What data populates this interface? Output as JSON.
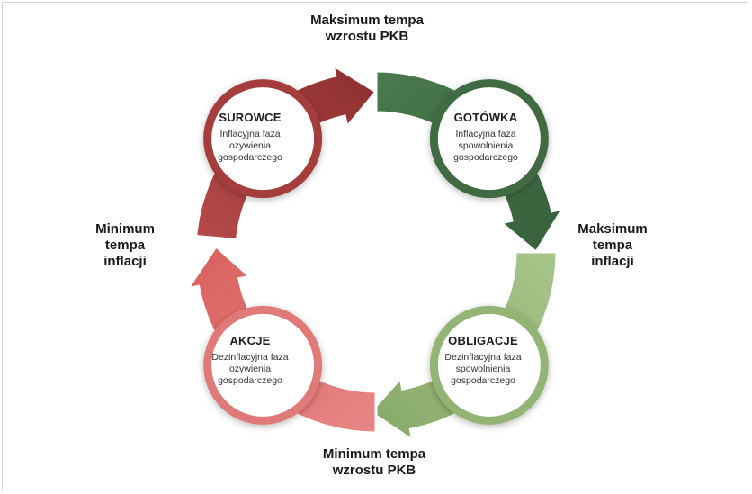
{
  "labels": {
    "top": "Maksimum tempa\nwzrostu PKB",
    "bottom": "Minimum tempa\nwzrostu PKB",
    "right": "Maksimum\ntempa\ninflacji",
    "left": "Minimum\ntempa\ninflacji"
  },
  "nodes": [
    {
      "id": "surowce",
      "title": "SUROWCE",
      "desc": "Inflacyjna faza\nożywienia\ngospodarczego",
      "color": "#a63d3d"
    },
    {
      "id": "gotowka",
      "title": "GOTÓWKA",
      "desc": "Inflacyjna faza\nspowolnienia\ngospodarczego",
      "color": "#3f6b42"
    },
    {
      "id": "obligacje",
      "title": "OBLIGACJE",
      "desc": "Dezinflacyjna faza\nspowolnienia\ngospodarczego",
      "color": "#93b474"
    },
    {
      "id": "akcje",
      "title": "AKCJE",
      "desc": "Dezinflacyjna faza\nożywienia\ngospodarczego",
      "color": "#e07a78"
    }
  ]
}
